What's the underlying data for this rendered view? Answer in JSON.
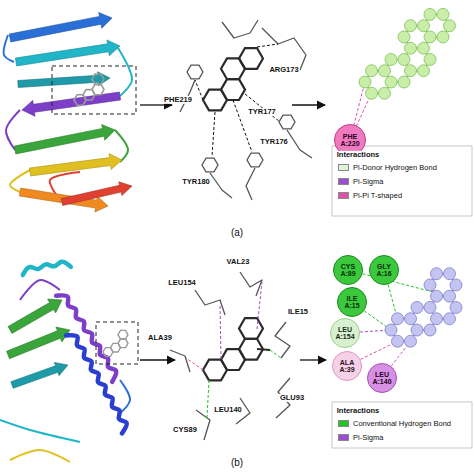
{
  "diagram": {
    "nodes": [
      {
        "text": [
          "PHE A:220"
        ]
      },
      {
        "text": [
          "CYS A:89"
        ]
      },
      {
        "text": [
          "GLY A:16"
        ]
      },
      {
        "text": [
          "ILE A:15"
        ]
      },
      {
        "text": [
          "LEU A:154"
        ]
      },
      {
        "text": [
          "ALA A:39"
        ]
      },
      {
        "text": [
          "LEU A:140"
        ]
      }
    ],
    "labels": [
      "(a)",
      "ARG173",
      "PHE219",
      "TYR177",
      "TYR176",
      "TYR180",
      "Interactions",
      "(b)",
      "LEU154",
      "VAL23",
      "ILE15",
      "ALA39",
      "GLU93",
      "LEU140",
      "CYS89",
      "Interactions"
    ],
    "legend": [
      {
        "text": "Pi-Donor Hydrogen Bond",
        "color": "#dff3d6"
      },
      {
        "text": "Pi-Sigma",
        "color": "#9b4fd0"
      },
      {
        "text": "Pi-Pi T-shaped",
        "color": "#e050a8"
      },
      {
        "text": "Conventional Hydrogen Bond",
        "color": "#22c322"
      },
      {
        "text": "Pi-Sigma",
        "color": "#9b4fd0"
      }
    ]
  }
}
